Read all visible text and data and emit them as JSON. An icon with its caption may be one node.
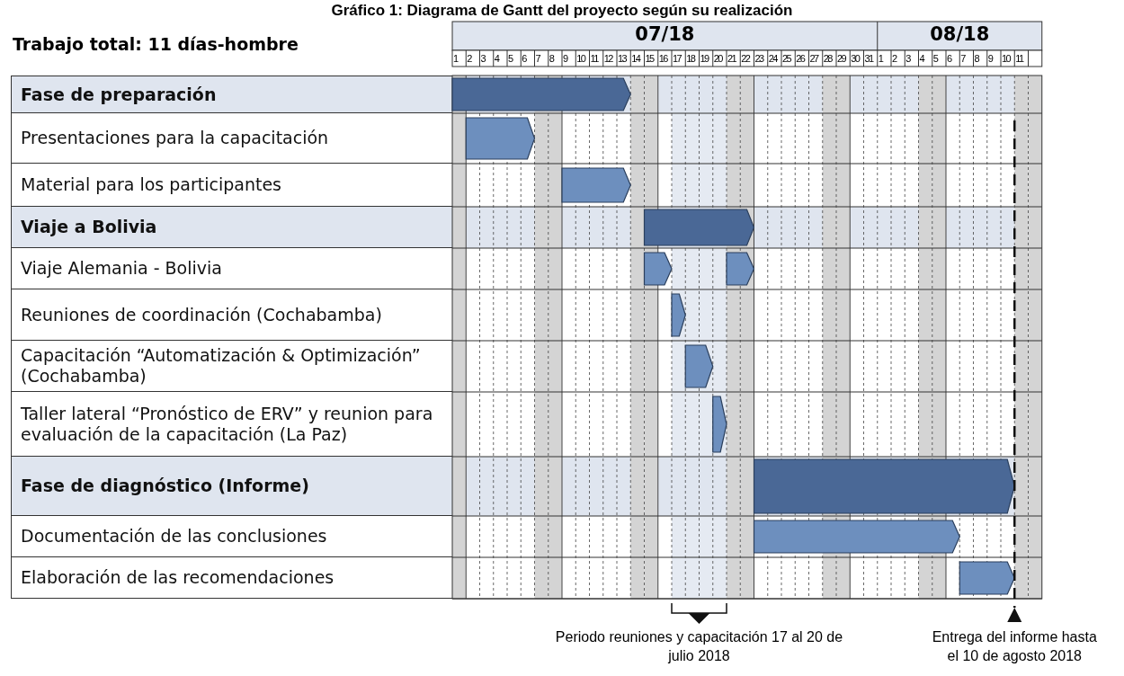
{
  "diagram": {
    "title": "Gráfico 1: Diagrama de Gantt del proyecto según su realización",
    "nodes": [
      {
        "text": [
          "Fase de preparación"
        ]
      },
      {
        "text": [
          "Presentaciones para la capacitación"
        ]
      },
      {
        "text": [
          "Material para los participantes"
        ]
      },
      {
        "text": [
          "Viaje a Bolivia"
        ]
      },
      {
        "text": [
          "Viaje Alemania - Bolivia"
        ]
      },
      {
        "text": [
          "Reuniones de coordinación (Cochabamba)"
        ]
      },
      {
        "text": [
          "Capacitación “Automatización & Optimización” (Cochabamba)"
        ]
      },
      {
        "text": [
          "Taller lateral “Pronóstico de ERV” y reunion para evaluación de la capacitación (La Paz)"
        ]
      },
      {
        "text": [
          "Fase de diagnóstico (Informe)"
        ]
      },
      {
        "text": [
          "Documentación de las conclusiones"
        ]
      },
      {
        "text": [
          "Elaboración de las recomendaciones"
        ]
      }
    ],
    "labels": [
      "Trabajo total: 11 días-hombre",
      "07/18",
      "08/18",
      "1",
      "2",
      "3",
      "4",
      "5",
      "6",
      "7",
      "8",
      "9",
      "10",
      "11",
      "12",
      "13",
      "14",
      "15",
      "16",
      "17",
      "18",
      "19",
      "20",
      "21",
      "22",
      "23",
      "24",
      "25",
      "26",
      "27",
      "28",
      "29",
      "30",
      "31",
      "1",
      "2",
      "3",
      "4",
      "5",
      "6",
      "7",
      "8",
      "9",
      "10",
      "11",
      "Periodo reuniones y capacitación 17 al 20 de julio 2018",
      "Entrega del informe hasta el 10 de agosto 2018"
    ]
  }
}
